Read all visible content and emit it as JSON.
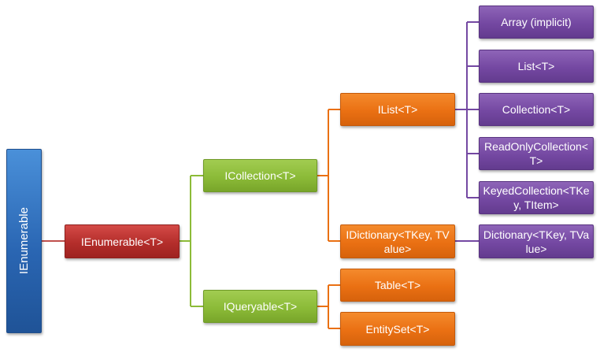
{
  "diagram": {
    "root": "IEnumerable",
    "level1": "IEnumerable<T>",
    "collection": "ICollection<T>",
    "queryable": "IQueryable<T>",
    "ilist": "IList<T>",
    "idictionary": "IDictionary<TKey, TValue>",
    "table": "Table<T>",
    "entityset": "EntitySet<T>",
    "array": "Array (implicit)",
    "list": "List<T>",
    "collection_t": "Collection<T>",
    "readonlycollection": "ReadOnlyCollection<T>",
    "keyedcollection": "KeyedCollection<TKey, TItem>",
    "dictionary": "Dictionary<TKey, TValue>"
  },
  "colors": {
    "blue": "#2a66b3",
    "red": "#b42e2b",
    "green": "#8cbb38",
    "orange": "#ea7013",
    "purple": "#7448a2"
  }
}
